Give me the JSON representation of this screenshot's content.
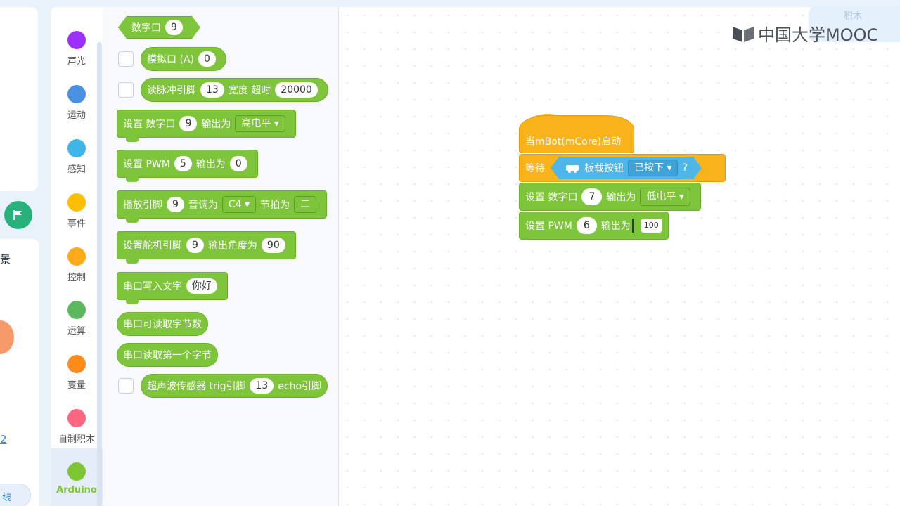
{
  "sidebar_left": {
    "scene_label": "景",
    "link_text": "2",
    "pill_text": "线"
  },
  "categories": [
    {
      "label": "声光",
      "color": "#9b30ff"
    },
    {
      "label": "运动",
      "color": "#4a90e2"
    },
    {
      "label": "感知",
      "color": "#3fb6e8"
    },
    {
      "label": "事件",
      "color": "#ffbf00"
    },
    {
      "label": "控制",
      "color": "#ffab19"
    },
    {
      "label": "运算",
      "color": "#5cb85c"
    },
    {
      "label": "变量",
      "color": "#ff8c1a"
    },
    {
      "label": "自制积木",
      "color": "#ff6680"
    },
    {
      "label": "Arduino",
      "color": "#7ec533"
    }
  ],
  "palette": {
    "b1": {
      "label": "数字口",
      "value": "9"
    },
    "b2": {
      "label": "模拟口 (A)",
      "value": "0"
    },
    "b3": {
      "label": "读脉冲引脚",
      "value": "13",
      "label2": "宽度 超时",
      "value2": "20000"
    },
    "b4": {
      "label": "设置 数字口",
      "value": "9",
      "label2": "输出为",
      "dropdown": "高电平 ▾"
    },
    "b5": {
      "label": "设置 PWM",
      "value": "5",
      "label2": "输出为",
      "value2": "0"
    },
    "b6": {
      "label": "播放引脚",
      "value": "9",
      "label2": "音调为",
      "dropdown": "C4 ▾",
      "label3": "节拍为",
      "value3": "二"
    },
    "b7": {
      "label": "设置舵机引脚",
      "value": "9",
      "label2": "输出角度为",
      "value2": "90"
    },
    "b8": {
      "label": "串口写入文字",
      "value": "你好"
    },
    "b9": {
      "label": "串口可读取字节数"
    },
    "b10": {
      "label": "串口读取第一个字节"
    },
    "b11": {
      "label": "超声波传感器 trig引脚",
      "value": "13",
      "label2": "echo引脚"
    }
  },
  "script": {
    "hat": "当mBot(mCore)启动",
    "wait": {
      "label": "等待",
      "sensor": "板载按钮",
      "dropdown": "已按下 ▾",
      "suffix": "?"
    },
    "set_digital": {
      "label": "设置 数字口",
      "value": "7",
      "label2": "输出为",
      "dropdown": "低电平 ▾"
    },
    "set_pwm": {
      "label": "设置 PWM",
      "value": "6",
      "label2": "输出为",
      "edit_value": "100"
    }
  },
  "watermark": "中国大学MOOC",
  "right_tab": "积木"
}
